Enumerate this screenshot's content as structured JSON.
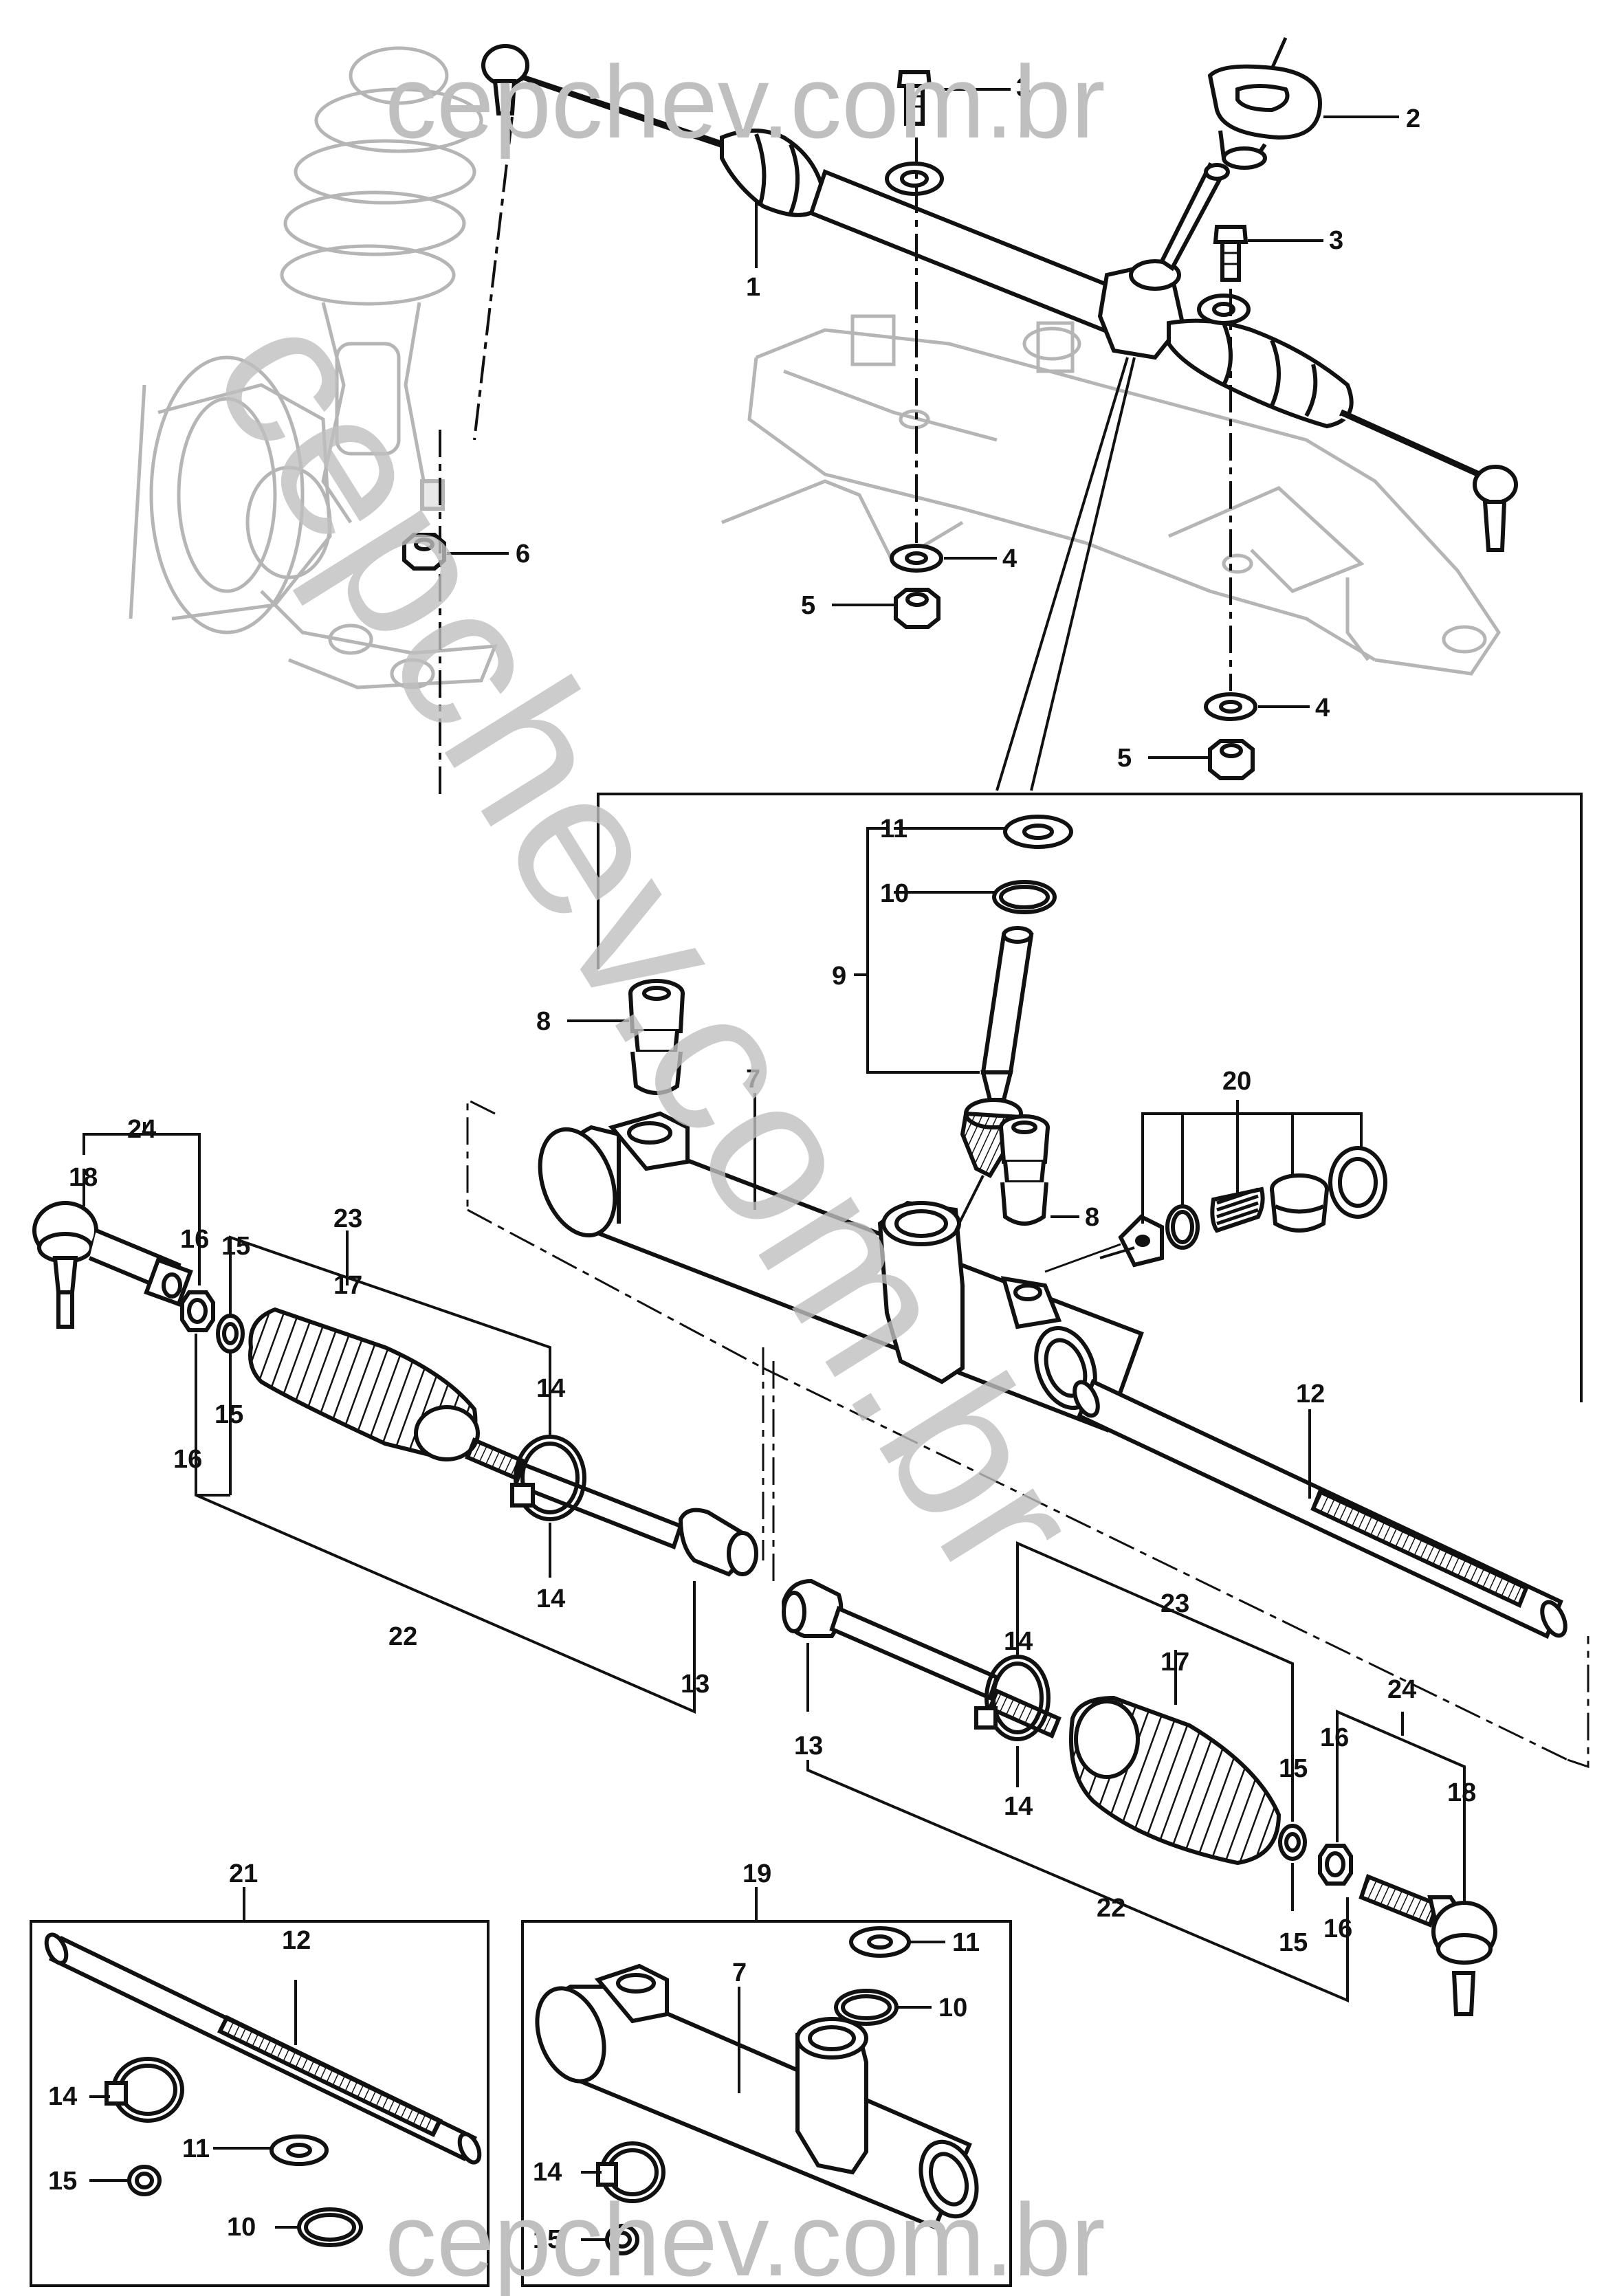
{
  "watermark": {
    "top": "cepchev.com.br",
    "bottom": "cepchev.com.br",
    "diagonal": "cepchev.com.br"
  },
  "callouts": {
    "c1": "1",
    "c2": "2",
    "c3a": "3",
    "c3b": "3",
    "c4a": "4",
    "c4b": "4",
    "c5a": "5",
    "c5b": "5",
    "c6": "6",
    "c7": "7",
    "c7b": "7",
    "c8a": "8",
    "c8b": "8",
    "c9": "9",
    "c10": "10",
    "c10b": "10",
    "c10c": "10",
    "c11": "11",
    "c11b": "11",
    "c11c": "11",
    "c12": "12",
    "c12b": "12",
    "c13a": "13",
    "c13b": "13",
    "c14a": "14",
    "c14b": "14",
    "c14c": "14",
    "c14d": "14",
    "c14e": "14",
    "c14f": "14",
    "c15a": "15",
    "c15b": "15",
    "c15c": "15",
    "c15d": "15",
    "c15e": "15",
    "c15f": "15",
    "c16a": "16",
    "c16b": "16",
    "c16c": "16",
    "c16d": "16",
    "c17a": "17",
    "c17b": "17",
    "c18a": "18",
    "c18b": "18",
    "c19": "19",
    "c20": "20",
    "c21": "21",
    "c22a": "22",
    "c22b": "22",
    "c23a": "23",
    "c23b": "23",
    "c24a": "24",
    "c24b": "24"
  },
  "colors": {
    "line": "#111111",
    "ghost": "#b5b5b5",
    "watermark": "#bfbfbf",
    "part_fill": "#ffffff"
  }
}
